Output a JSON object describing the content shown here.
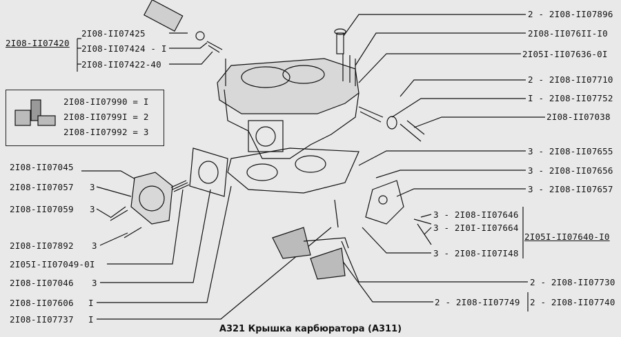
{
  "caption": "A321 Крышка карбюратора (A311)",
  "labels": {
    "top_left_group": "2I08-II07420",
    "tl1": "2I08-II07425",
    "tl2": "2I08-II07424 - I",
    "tl3": "2I08-II07422-40",
    "inset1": "2I08-II07990 = I",
    "inset2": "2I08-II0799I = 2",
    "inset3": "2I08-II07992 = 3",
    "l1": "2I08-II07045",
    "l2": "2I08-II07057",
    "l2q": "3",
    "l3": "2I08-II07059",
    "l3q": "3",
    "l4": "2I08-II07892",
    "l4q": "3",
    "l5": "2I05I-II07049-0I",
    "l6": "2I08-II07046",
    "l6q": "3",
    "l7": "2I08-II07606",
    "l7q": "I",
    "l8": "2I08-II07737",
    "l8q": "I",
    "r1": "2 - 2I08-II07896",
    "r2": "2I08-II076II-I0",
    "r3": "2I05I-II07636-0I",
    "r4": "2 - 2I08-II07710",
    "r5": "I - 2I08-II07752",
    "r6": "2I08-II07038",
    "r7": "3 - 2I08-II07655",
    "r8": "3 - 2I08-II07656",
    "r9": "3 - 2I08-II07657",
    "r10": "3 - 2I08-II07646",
    "r11": "3 - 2I0I-II07664",
    "r12": "3 - 2I08-II07I48",
    "r_group": "2I05I-II07640-I0",
    "r13": "2 - 2I08-II07730",
    "r14": "2 - 2I08-II07749",
    "r15": "2 - 2I08-II07740"
  }
}
